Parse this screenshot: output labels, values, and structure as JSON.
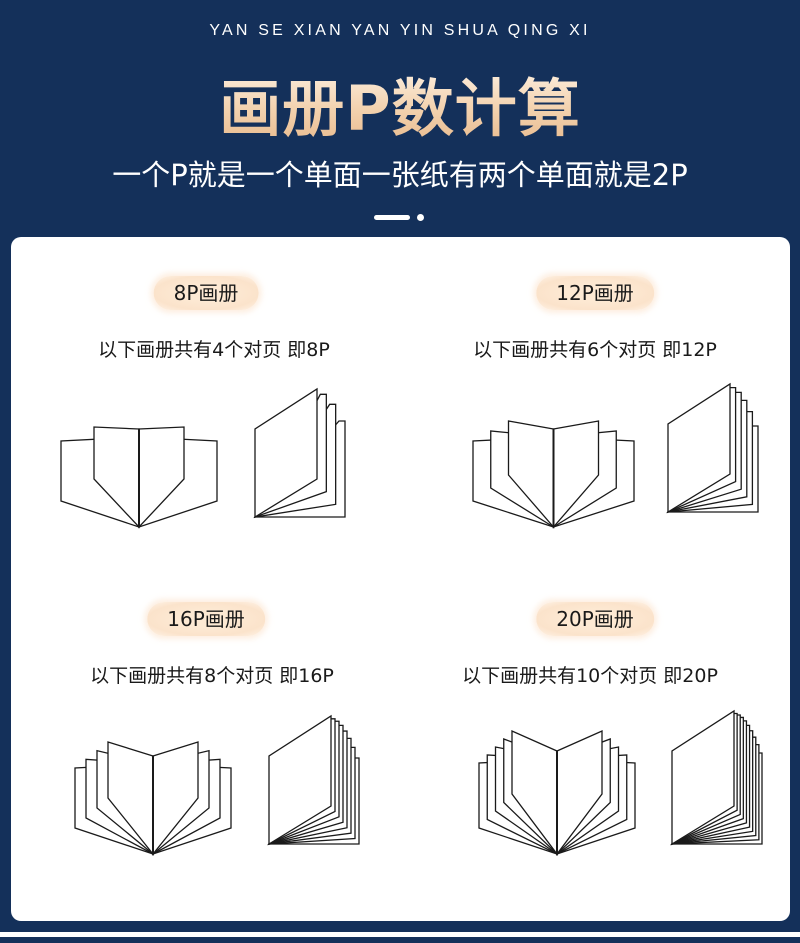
{
  "header": {
    "pinyin": "YAN SE XIAN YAN YIN SHUA QING XI",
    "title": "画册P数计算",
    "subtitle": "一个P就是一个单面一张纸有两个单面就是2P"
  },
  "colors": {
    "background": "#14305a",
    "card": "#ffffff",
    "title_gradient_top": "#fff6ec",
    "title_gradient_bottom": "#e8b98c",
    "pill": "#fde9d3",
    "line": "#1a1a1a"
  },
  "sections": [
    {
      "label": "8P画册",
      "description": "以下画册共有4个对页 即8P",
      "spreads": 4,
      "pages": 8,
      "open_leaves_per_side": 2,
      "side_sheets": 4
    },
    {
      "label": "12P画册",
      "description": "以下画册共有6个对页 即12P",
      "spreads": 6,
      "pages": 12,
      "open_leaves_per_side": 3,
      "side_sheets": 6
    },
    {
      "label": "16P画册",
      "description": "以下画册共有8个对页 即16P",
      "spreads": 8,
      "pages": 16,
      "open_leaves_per_side": 4,
      "side_sheets": 8
    },
    {
      "label": "20P画册",
      "description": "以下画册共有10个对页 即20P",
      "spreads": 10,
      "pages": 20,
      "open_leaves_per_side": 5,
      "side_sheets": 10
    }
  ]
}
